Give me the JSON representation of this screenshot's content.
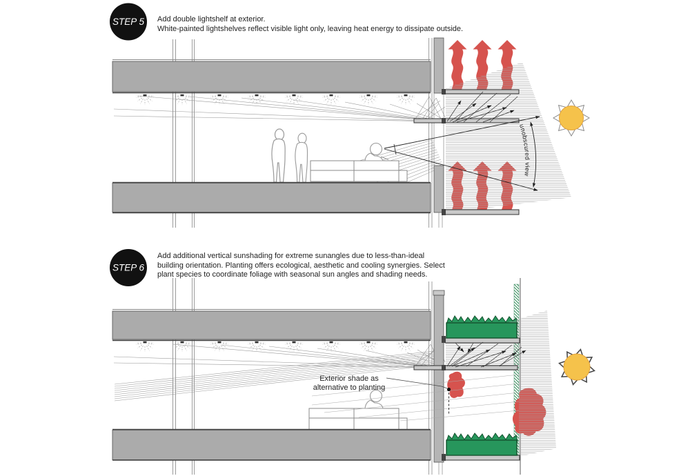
{
  "page": {
    "background": "#FFFFFF"
  },
  "step5": {
    "badge": "STEP 5",
    "description_lines": [
      "Add double lightshelf at exterior.",
      "White-painted lightshelves reflect visible light only, leaving heat energy to dissipate outside."
    ],
    "arc_label": "unobscured view"
  },
  "step6": {
    "badge": "STEP 6",
    "description_lines": [
      "Add additional vertical sunshading for extreme sunangles due to less-than-ideal",
      "building orientation. Planting offers ecological, aesthetic and cooling synergies. Select",
      "plant species to coordinate foliage with seasonal sun angles and shading needs."
    ],
    "callout_lines": [
      "Exterior shade as",
      "alternative to planting"
    ]
  },
  "colors": {
    "heat_red": "#D6534E",
    "plant_green": "#27965C",
    "sun_yellow": "#F5C24B",
    "slab_gray": "#ABABAB",
    "badge_black": "#111111"
  },
  "icons": [
    {
      "name": "sun-icon",
      "meaning": "sun"
    },
    {
      "name": "heat-arrow-icon",
      "meaning": "heat rising and dissipating"
    },
    {
      "name": "ceiling-light-icon",
      "meaning": "daylight scatter burst"
    }
  ]
}
